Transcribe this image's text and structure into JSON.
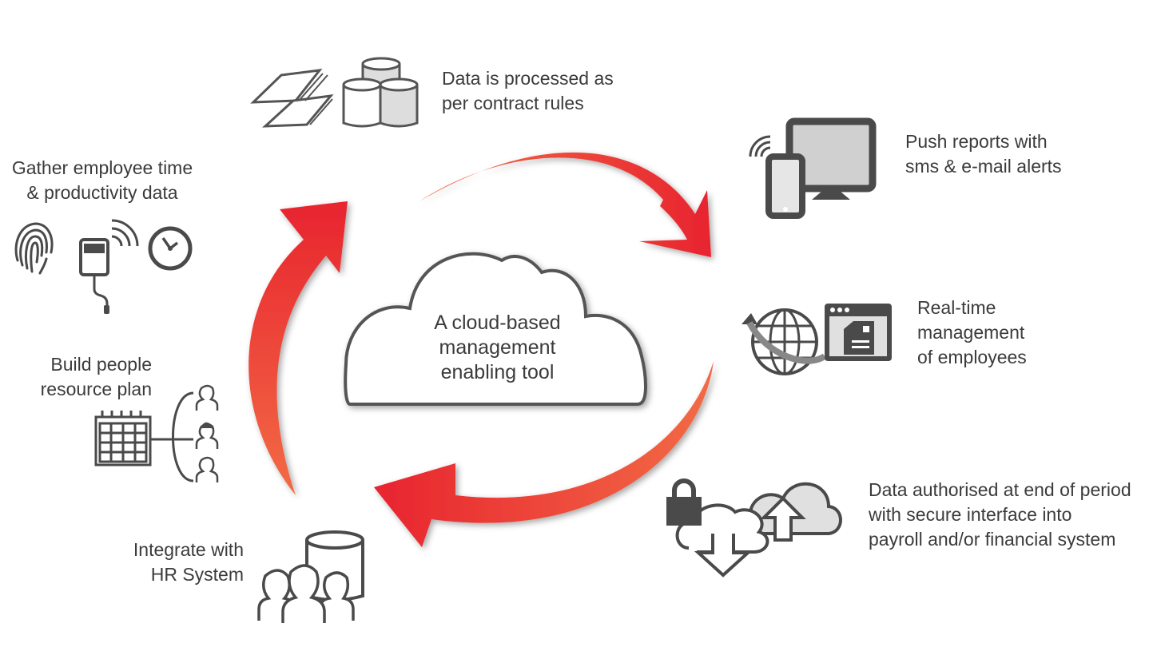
{
  "diagram": {
    "title_center": [
      "A cloud-based",
      "management",
      "enabling tool"
    ],
    "colors": {
      "arrow_dark": "#e8242f",
      "arrow_light": "#f26b45",
      "icon_dark": "#4a4a4a",
      "icon_light": "#d9d9d9",
      "text": "#3b3b3b"
    },
    "steps": [
      {
        "id": "process",
        "lines": [
          "Data is processed as",
          "per contract rules"
        ],
        "icons": [
          "folded-papers-icon",
          "database-stack-icon"
        ]
      },
      {
        "id": "push",
        "lines": [
          "Push reports with",
          "sms & e-mail alerts"
        ],
        "icons": [
          "mobile-phone-icon",
          "desktop-monitor-icon",
          "wireless-signal-icon"
        ]
      },
      {
        "id": "realtime",
        "lines": [
          "Real-time",
          "management",
          "of employees"
        ],
        "icons": [
          "globe-arrow-icon",
          "browser-window-icon"
        ]
      },
      {
        "id": "authorise",
        "lines": [
          "Data authorised at end of period",
          "with secure interface into",
          "payroll and/or financial system"
        ],
        "icons": [
          "padlock-icon",
          "cloud-download-icon",
          "cloud-upload-icon"
        ]
      },
      {
        "id": "integrate",
        "lines": [
          "Integrate with",
          "HR System"
        ],
        "icons": [
          "people-group-icon",
          "database-cylinder-icon"
        ]
      },
      {
        "id": "plan",
        "lines": [
          "Build people",
          "resource plan"
        ],
        "icons": [
          "calendar-icon",
          "people-list-icon"
        ]
      },
      {
        "id": "gather",
        "lines": [
          "Gather employee time",
          "& productivity data"
        ],
        "icons": [
          "fingerprint-icon",
          "time-clock-device-icon",
          "clock-icon"
        ]
      }
    ]
  }
}
